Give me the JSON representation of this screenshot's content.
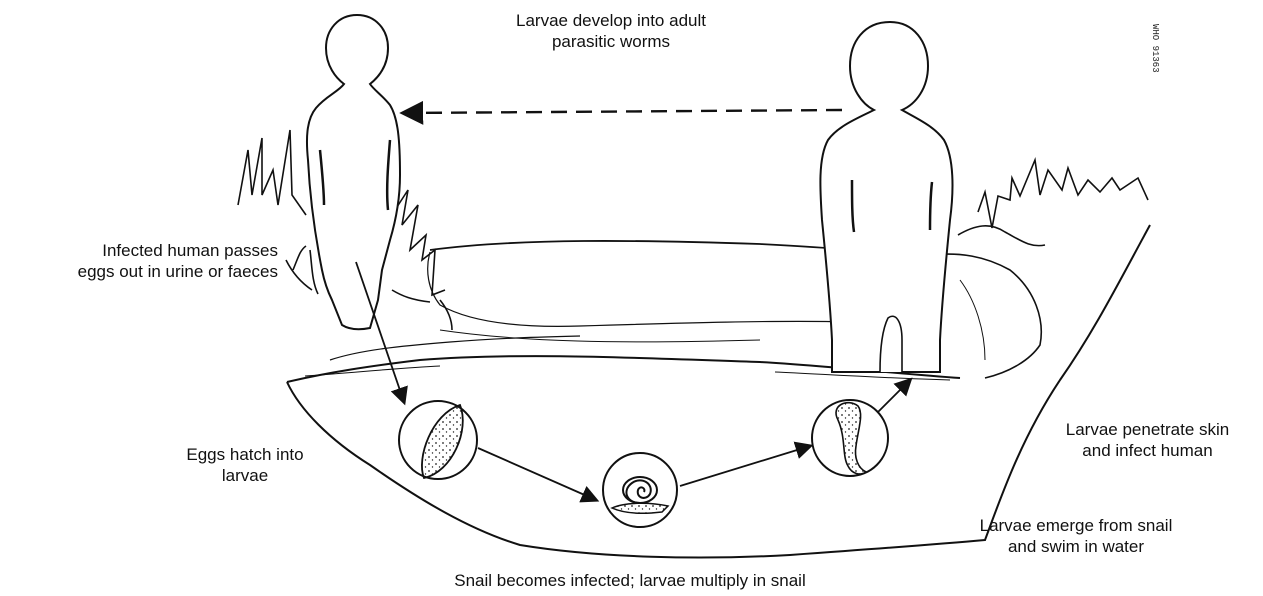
{
  "figure": {
    "code": "WHO 91363",
    "steps": {
      "top": [
        "Larvae develop into adult",
        "parasitic worms"
      ],
      "left": [
        "Infected human passes",
        "eggs out in urine or faeces"
      ],
      "hatch": [
        "Eggs hatch into",
        "larvae"
      ],
      "penetrate": [
        "Larvae penetrate skin",
        "and infect human"
      ],
      "emerge": [
        "Larvae emerge from snail",
        "and swim in water"
      ],
      "snail": [
        "Snail becomes infected; larvae multiply in snail"
      ]
    }
  }
}
